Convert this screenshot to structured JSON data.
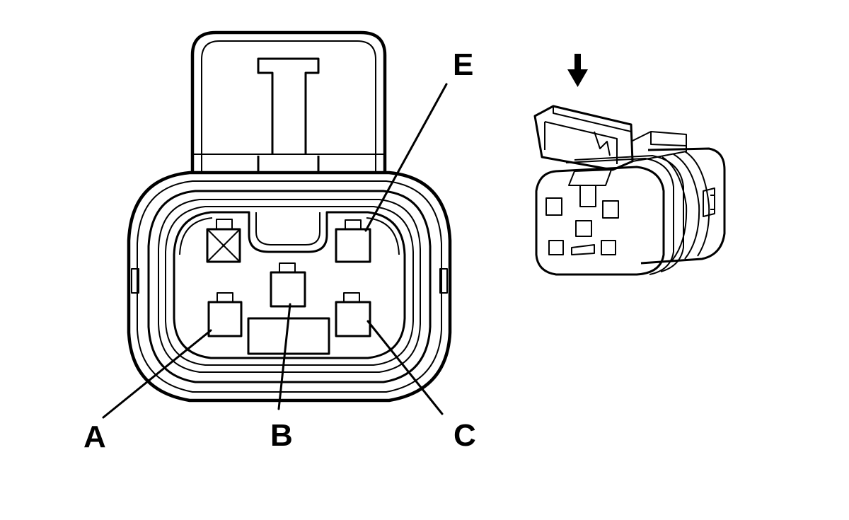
{
  "labels": {
    "a": "A",
    "b": "B",
    "c": "C",
    "e": "E"
  },
  "colors": {
    "line": "#000000",
    "background": "#ffffff"
  },
  "icons": {
    "insertion_direction": "down-arrow-icon",
    "unused_cavity": "crossed-box-icon"
  }
}
